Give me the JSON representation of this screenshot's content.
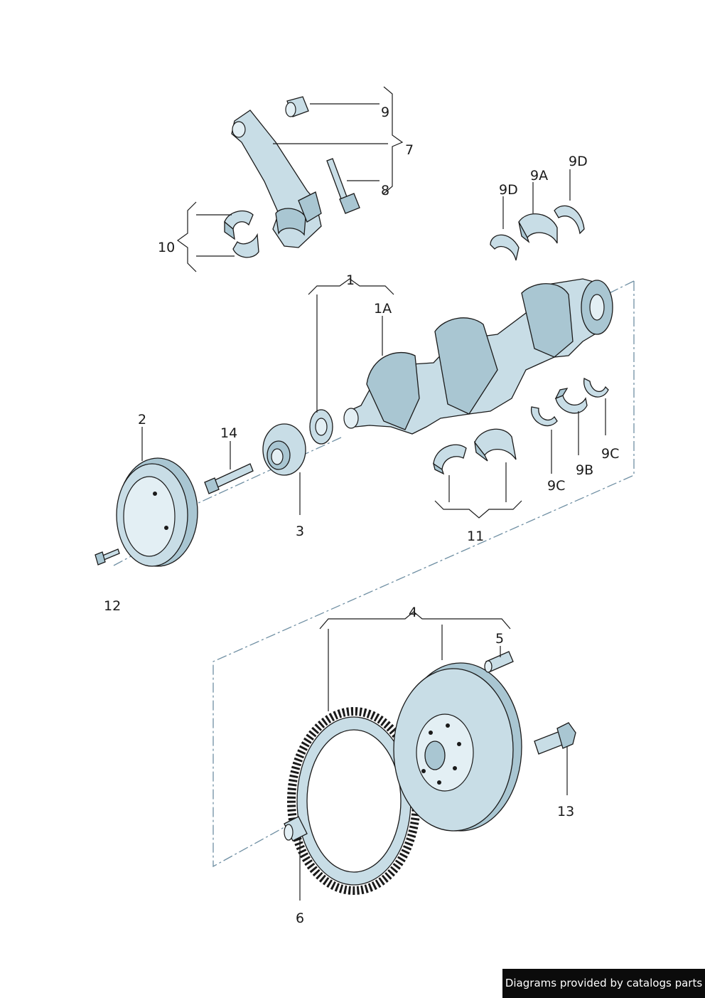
{
  "labels": {
    "l1": "1",
    "l1A": "1A",
    "l2": "2",
    "l3": "3",
    "l4": "4",
    "l5": "5",
    "l6": "6",
    "l7": "7",
    "l8": "8",
    "l9": "9",
    "l9A": "9A",
    "l9D_left": "9D",
    "l9D_right": "9D",
    "l9B": "9B",
    "l9C_left": "9C",
    "l9C_right": "9C",
    "l10": "10",
    "l11": "11",
    "l12": "12",
    "l13": "13",
    "l14": "14"
  },
  "credit": "Diagrams provided by catalogs parts",
  "colors": {
    "part_fill": "#c8dde6",
    "part_shade": "#a9c6d2",
    "line": "#1a1a1a",
    "centerline": "#6f8fa3"
  }
}
